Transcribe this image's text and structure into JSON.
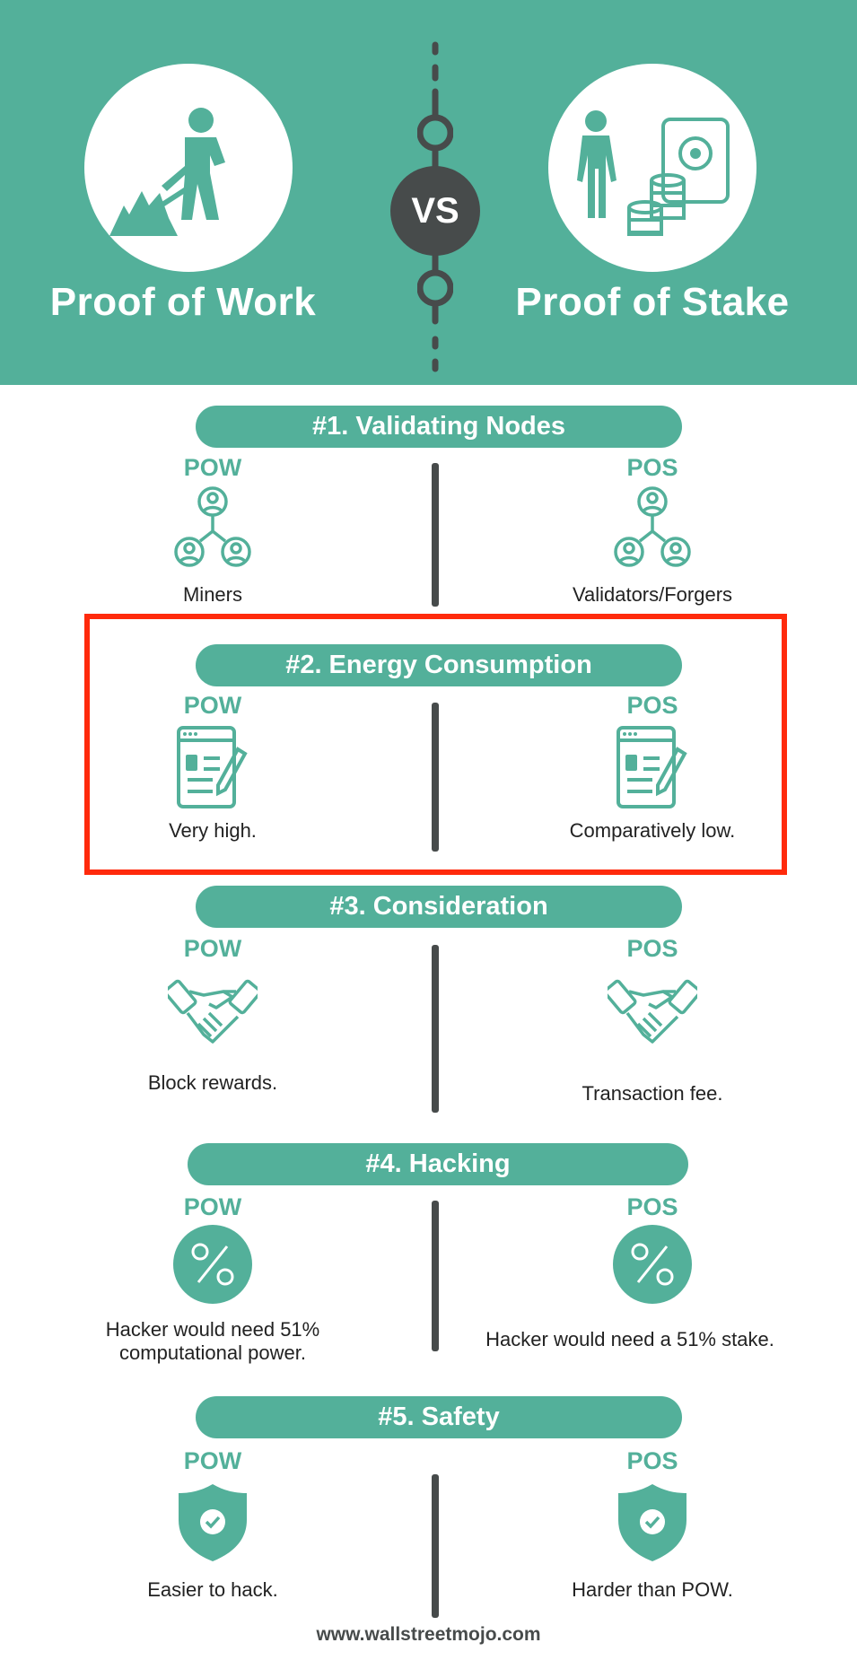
{
  "header": {
    "left_title": "Proof of Work",
    "right_title": "Proof of Stake",
    "vs_label": "VS"
  },
  "colors": {
    "accent": "#53b09a",
    "dark": "#474b4b",
    "highlight": "#ff2a0c"
  },
  "sections": [
    {
      "title": "#1. Validating Nodes",
      "left_label": "POW",
      "right_label": "POS",
      "left_text": "Miners",
      "right_text": "Validators/Forgers",
      "icon": "network-nodes-icon"
    },
    {
      "title": "#2. Energy Consumption",
      "left_label": "POW",
      "right_label": "POS",
      "left_text": "Very high.",
      "right_text": "Comparatively low.",
      "icon": "document-edit-icon"
    },
    {
      "title": "#3. Consideration",
      "left_label": "POW",
      "right_label": "POS",
      "left_text": "Block rewards.",
      "right_text": "Transaction fee.",
      "icon": "handshake-icon"
    },
    {
      "title": "#4. Hacking",
      "left_label": "POW",
      "right_label": "POS",
      "left_text": "Hacker would need 51% computational power.",
      "right_text": "Hacker would need a 51% stake.",
      "icon": "percent-icon"
    },
    {
      "title": "#5. Safety",
      "left_label": "POW",
      "right_label": "POS",
      "left_text": "Easier to hack.",
      "right_text": "Harder than POW.",
      "icon": "shield-check-icon"
    }
  ],
  "footer": "www.wallstreetmojo.com"
}
